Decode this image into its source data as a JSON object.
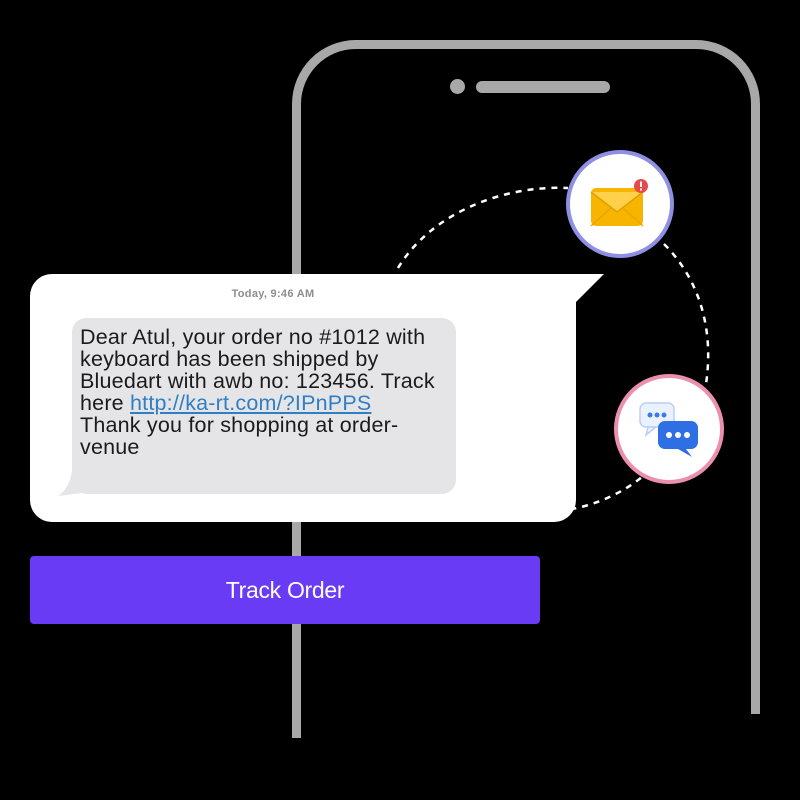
{
  "message": {
    "timestamp": "Today, 9:46 AM",
    "body_text": "Dear Atul, your order no #1012 with keyboard has been shipped by Bluedart with awb no: 123456. Track here ",
    "link_text": "http://ka-rt.com/?IPnPPS",
    "closing_text": "Thank you for shopping at order-venue"
  },
  "cta": {
    "label": "Track Order"
  },
  "icons": {
    "mail": "envelope-notification-icon",
    "chat": "chat-bubbles-icon"
  },
  "colors": {
    "background": "#000000",
    "phone_outline": "#a8a8a8",
    "button": "#6a3bf5",
    "mail_ring": "#8f8fe3",
    "chat_ring": "#ec8fae",
    "link": "#2f7fc4"
  }
}
